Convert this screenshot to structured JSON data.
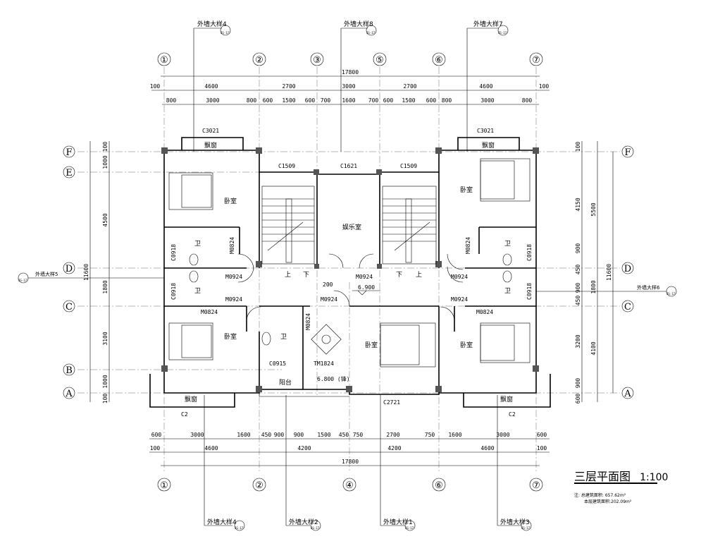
{
  "plan": {
    "title": "三层平面图",
    "scale": "1:100",
    "note_line1": "注: 总建筑面积: 657.62m²",
    "note_line2": "本层建筑面积:202.09m²"
  },
  "axes_top": [
    "①",
    "②",
    "③",
    "⑤",
    "⑥",
    "⑦"
  ],
  "axes_bottom": [
    "①",
    "②",
    "④",
    "⑥",
    "⑦"
  ],
  "axes_left": [
    "F",
    "E",
    "D",
    "C",
    "B",
    "A"
  ],
  "axes_right": [
    "F",
    "D",
    "C",
    "A"
  ],
  "dims_top_total": "17800",
  "dims_top_row1": [
    "100",
    "4600",
    "2700",
    "3000",
    "2700",
    "4600",
    "100"
  ],
  "dims_top_row2": [
    "800",
    "3000",
    "800",
    "600",
    "1500",
    "600",
    "700",
    "1600",
    "700",
    "600",
    "1500",
    "600",
    "800",
    "3000",
    "800"
  ],
  "dims_bottom_total": "17800",
  "dims_bottom_row1": [
    "600",
    "3000",
    "1600",
    "450",
    "900",
    "900",
    "1500",
    "450",
    "750",
    "2700",
    "750",
    "1600",
    "3000",
    "600"
  ],
  "dims_bottom_row2": [
    "100",
    "4600",
    "4200",
    "4200",
    "4600",
    "100"
  ],
  "dims_left": [
    "100",
    "1000",
    "4500",
    "1800",
    "3100",
    "1000",
    "100"
  ],
  "dims_left_total": "11600",
  "dims_right_a": [
    "100",
    "4150",
    "900",
    "450",
    "900",
    "450",
    "3200",
    "900",
    "600"
  ],
  "dims_right_b": [
    "5500",
    "1800",
    "4100"
  ],
  "dims_right_total": "11600",
  "rooms": {
    "bedroom": "卧室",
    "bath": "卫",
    "entertainment": "娱乐室",
    "balcony": "阳台",
    "bay_window": "飘窗",
    "up": "上",
    "down": "下"
  },
  "windows": [
    "C3021",
    "C3021",
    "C1509",
    "C1621",
    "C1509",
    "C0918",
    "C0918",
    "C0918",
    "C0918",
    "C0915",
    "C2721",
    "C2",
    "C2"
  ],
  "doors": [
    "M0824",
    "M0824",
    "M0924",
    "M0924",
    "M0924",
    "M0924",
    "M0924",
    "M0924",
    "M0824",
    "M0824",
    "M0824",
    "TM1824"
  ],
  "elevations": {
    "floor": "6.900",
    "balcony": "6.800 (锋)",
    "step": "200"
  },
  "callouts_top": [
    "外墙大样4",
    "外墙大样8",
    "外墙大样7"
  ],
  "callouts_bottom": [
    "外墙大样4",
    "外墙大样2",
    "外墙大样1",
    "外墙大样3"
  ],
  "callouts_side": [
    "外墙大样5",
    "外墙大样6"
  ],
  "callout_ref": "JS-17"
}
